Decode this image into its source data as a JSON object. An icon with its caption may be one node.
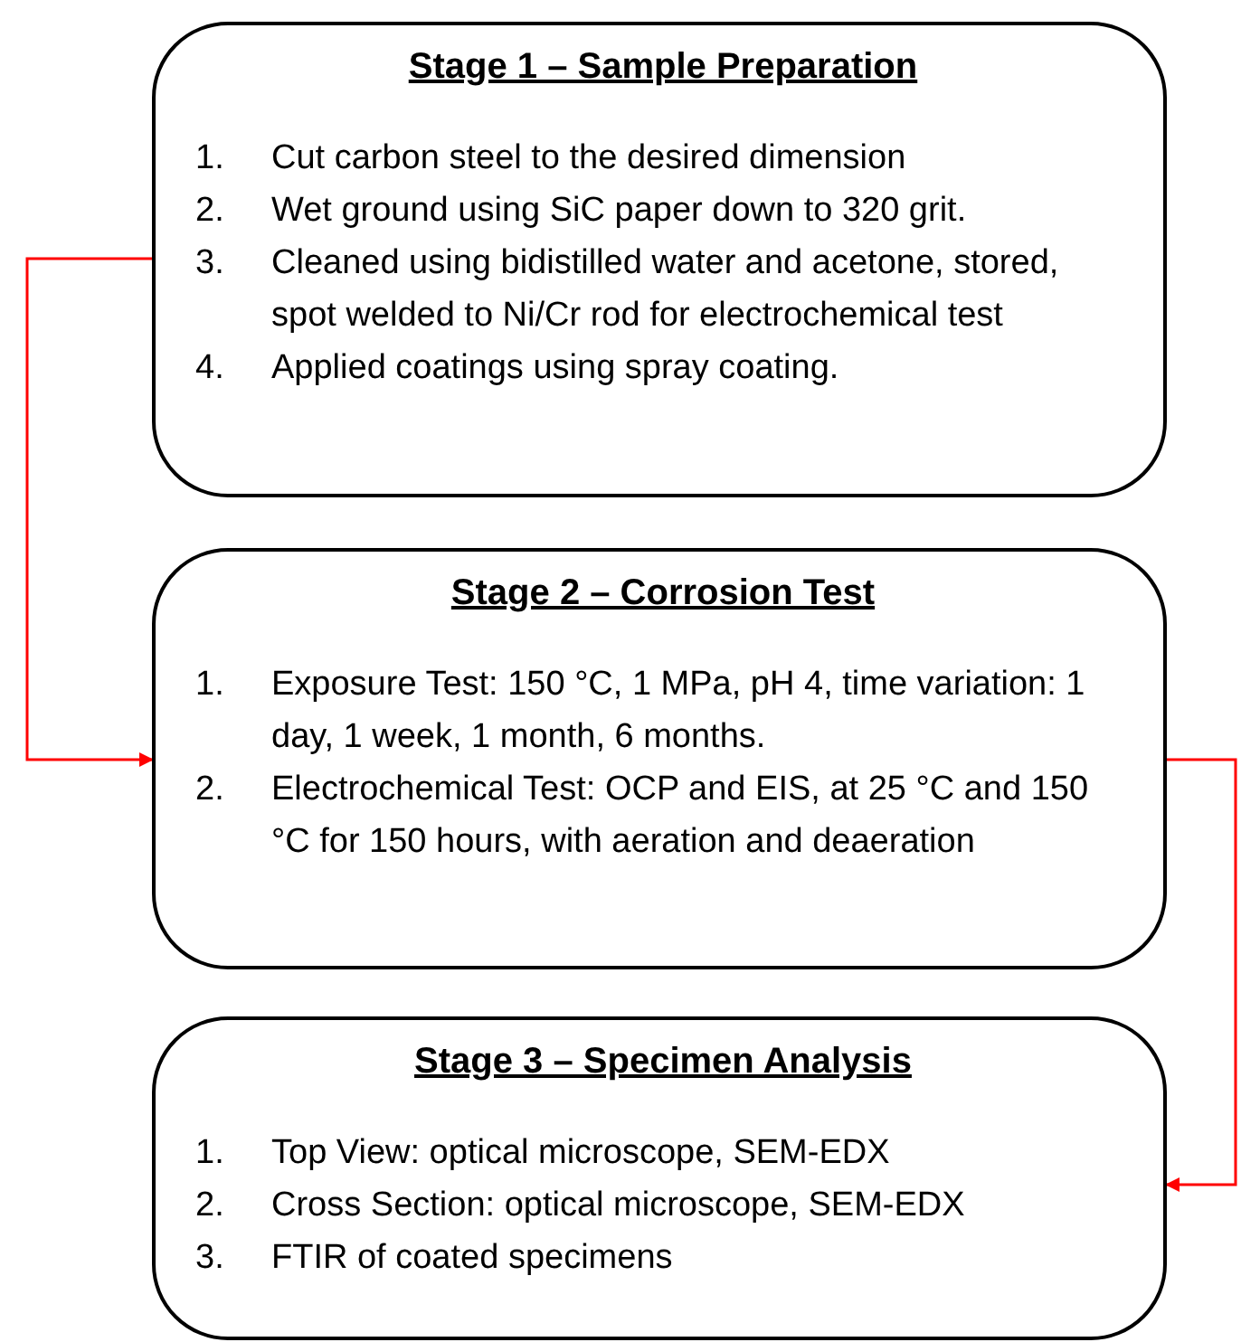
{
  "diagram": {
    "nodes": [
      {
        "text": [
          "Stage 1 – Sample Preparation",
          "1. Cut carbon steel to the desired dimension",
          "2. Wet ground using SiC paper down to 320 grit.",
          "3. Cleaned using bidistilled water and acetone, stored, spot welded to Ni/Cr rod for electrochemical test",
          "4. Applied coatings using spray coating."
        ]
      },
      {
        "text": [
          "Stage 2 – Corrosion Test",
          "1. Exposure Test: 150 °C, 1 MPa, pH 4, time variation: 1 day, 1 week, 1 month, 6 months.",
          "2. Electrochemical Test: OCP and EIS, at 25 °C and 150 °C for 150 hours, with aeration and deaeration"
        ]
      },
      {
        "text": [
          "Stage 3 – Specimen Analysis",
          "1. Top View: optical microscope, SEM-EDX",
          "2. Cross Section: optical microscope, SEM-EDX",
          "3. FTIR of coated specimens"
        ]
      }
    ],
    "edges": [
      {
        "from": 0,
        "to": 1,
        "arrow": "to",
        "color": "#ff0000"
      },
      {
        "from": 1,
        "to": 2,
        "arrow": "to",
        "color": "#ff0000"
      }
    ]
  }
}
